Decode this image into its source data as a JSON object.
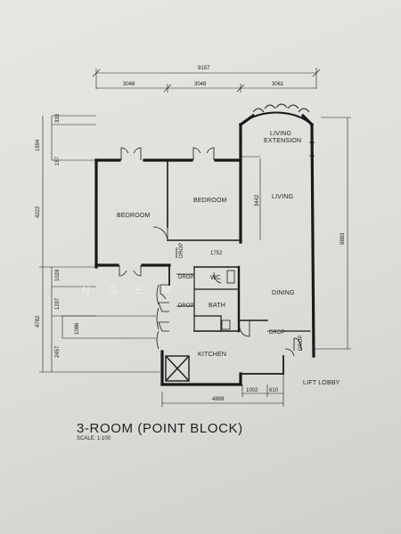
{
  "plan": {
    "title": "3-ROOM (POINT BLOCK)",
    "scale": "SCALE: 1:100",
    "watermark": "N G    E    M",
    "rooms": {
      "bedroom_left": "BEDROOM",
      "bedroom_mid": "BEDROOM",
      "living_extension_1": "LIVING",
      "living_extension_2": "EXTENSION",
      "living": "LIVING",
      "dining": "DINING",
      "wc": "WC",
      "bath": "BATH",
      "kitchen": "KITCHEN",
      "lift_lobby": "LIFT LOBBY",
      "drop": "DROP"
    },
    "dimensions": {
      "total_width": "9157",
      "seg_1": "3048",
      "seg_2": "3048",
      "seg_3": "3061",
      "left_top_1": "333",
      "left_top_2": "1994",
      "left_top_3": "187",
      "left_4222": "4222",
      "left_1028": "1028",
      "left_4782": "4782",
      "left_1297": "1297",
      "left_1086": "1086",
      "left_2457": "2457",
      "right_total": "9883",
      "living_3442": "3442",
      "wc_width": "1752",
      "bottom_4889": "4889",
      "bottom_1002": "1002",
      "bottom_610": "610"
    }
  }
}
